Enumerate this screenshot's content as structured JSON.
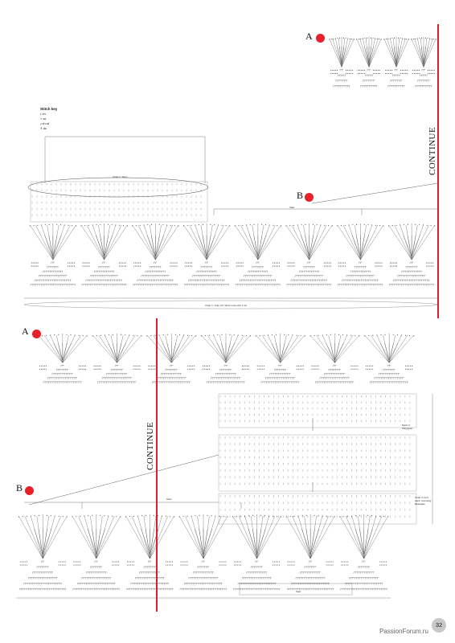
{
  "markers": {
    "a_top": "A",
    "b_top": "B",
    "a_bottom": "A",
    "b_bottom": "B"
  },
  "continue_label": "CONTINUE",
  "stitch_key": {
    "title": "Stitch key",
    "items": [
      "ch",
      "sc",
      "ch-st",
      "dc"
    ]
  },
  "chart_labels": {
    "oval_label": "Chart 1: Stem",
    "top_right_label": "Start",
    "top_bottom_caption": "Chart 1: Yoke (Cf: Work rows with 1 sts",
    "bottom_stem_label": "Stem",
    "bottom_base_label": "Start",
    "right_note_1": "Motif of Wingspan",
    "right_note_2": "Chart 3: Knit back, reversing Beadgate"
  },
  "page_number": "32",
  "watermark": "PassionForum.ru",
  "colors": {
    "accent_red": "#d8202a",
    "marker_dot": "#e8202a"
  }
}
